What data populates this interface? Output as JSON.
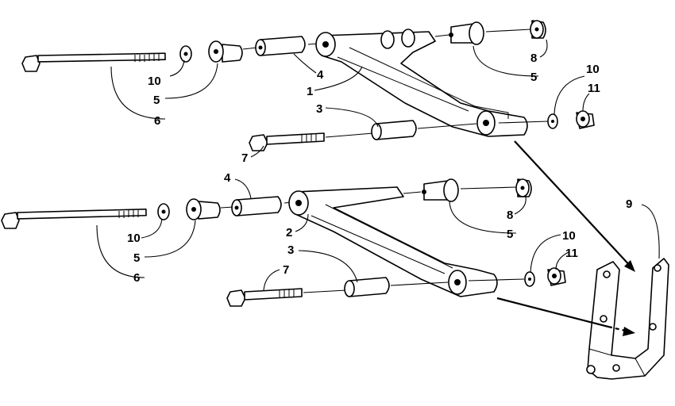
{
  "callouts": {
    "c1": "1",
    "c2": "2",
    "c3a": "3",
    "c3b": "3",
    "c4a": "4",
    "c4b": "4",
    "c5a": "5",
    "c5b": "5",
    "c5c": "5",
    "c5d": "5",
    "c6a": "6",
    "c6b": "6",
    "c7a": "7",
    "c7b": "7",
    "c8a": "8",
    "c8b": "8",
    "c9": "9",
    "c10a": "10",
    "c10b": "10",
    "c10c": "10",
    "c10d": "10",
    "c11a": "11",
    "c11b": "11"
  },
  "colors": {
    "ink": "#000000",
    "paper": "#ffffff"
  }
}
